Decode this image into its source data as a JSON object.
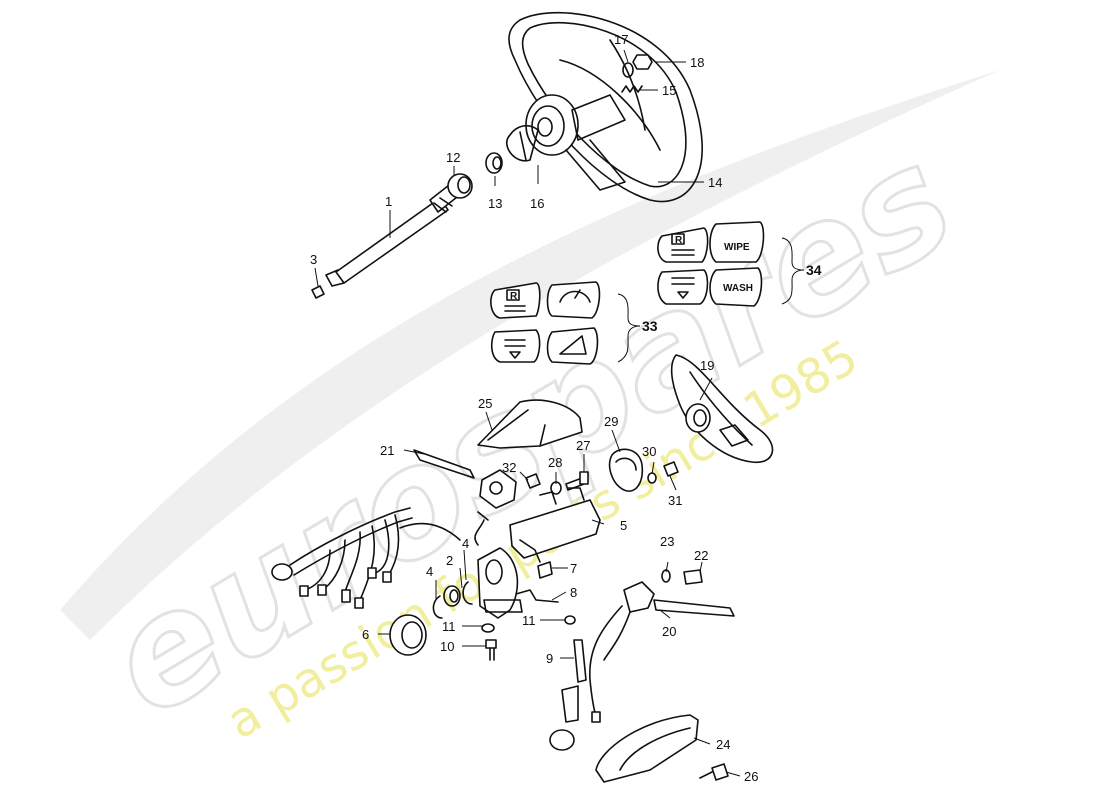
{
  "watermark": {
    "brand": "eurospares",
    "tagline": "a passion for parts since 1985",
    "brand_color": "#e6e6e6",
    "tagline_color": "#f3f1a8"
  },
  "buttons": {
    "wipe": "WIPE",
    "wash": "WASH",
    "rear_r": "R"
  },
  "callouts": [
    {
      "id": "c1",
      "label": "1"
    },
    {
      "id": "c2",
      "label": "2"
    },
    {
      "id": "c3",
      "label": "3"
    },
    {
      "id": "c4a",
      "label": "4"
    },
    {
      "id": "c4b",
      "label": "4"
    },
    {
      "id": "c5",
      "label": "5"
    },
    {
      "id": "c6",
      "label": "6"
    },
    {
      "id": "c7",
      "label": "7"
    },
    {
      "id": "c8",
      "label": "8"
    },
    {
      "id": "c9",
      "label": "9"
    },
    {
      "id": "c10",
      "label": "10"
    },
    {
      "id": "c11a",
      "label": "11"
    },
    {
      "id": "c11b",
      "label": "11"
    },
    {
      "id": "c12",
      "label": "12"
    },
    {
      "id": "c13",
      "label": "13"
    },
    {
      "id": "c14",
      "label": "14"
    },
    {
      "id": "c15",
      "label": "15"
    },
    {
      "id": "c16",
      "label": "16"
    },
    {
      "id": "c17",
      "label": "17"
    },
    {
      "id": "c18",
      "label": "18"
    },
    {
      "id": "c19",
      "label": "19"
    },
    {
      "id": "c20",
      "label": "20"
    },
    {
      "id": "c21",
      "label": "21"
    },
    {
      "id": "c22",
      "label": "22"
    },
    {
      "id": "c23",
      "label": "23"
    },
    {
      "id": "c24",
      "label": "24"
    },
    {
      "id": "c25",
      "label": "25"
    },
    {
      "id": "c26",
      "label": "26"
    },
    {
      "id": "c27",
      "label": "27"
    },
    {
      "id": "c28",
      "label": "28"
    },
    {
      "id": "c29",
      "label": "29"
    },
    {
      "id": "c30",
      "label": "30"
    },
    {
      "id": "c31",
      "label": "31"
    },
    {
      "id": "c32",
      "label": "32"
    },
    {
      "id": "c33",
      "label": "33"
    },
    {
      "id": "c34",
      "label": "34"
    }
  ]
}
